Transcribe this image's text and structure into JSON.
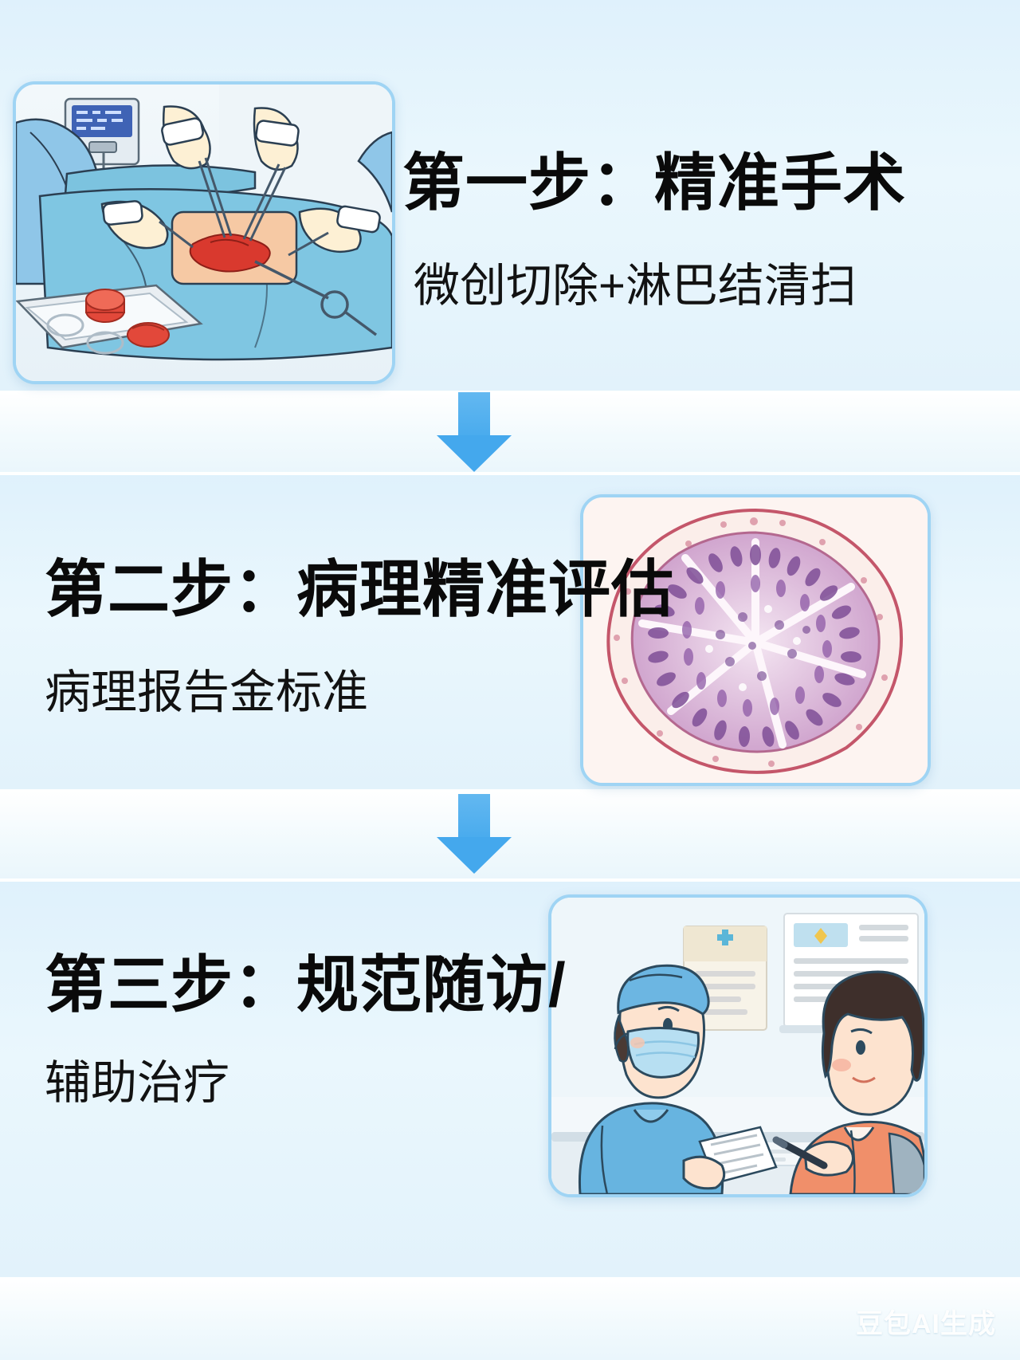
{
  "poster": {
    "watermark": "豆包AI生成",
    "background_color": "#e3f2fc",
    "band_color": "#e4f3fc",
    "arrow_color": "#44a8ed",
    "card_border_color": "#9fd4f4",
    "title_color": "#0a0a0a"
  },
  "steps": [
    {
      "title": "第一步：精准手术",
      "subtitle": "微创切除+淋巴结清扫",
      "image_name": "surgery-operating-room-illustration",
      "image_alt": "手术室中医护人员进行微创切除手术"
    },
    {
      "title": "第二步：病理精准评估",
      "subtitle": "病理报告金标准",
      "image_name": "pathology-histology-slide-illustration",
      "image_alt": "病理切片显微镜下组织横截面"
    },
    {
      "title": "第三步：规范随访/",
      "subtitle": "辅助治疗",
      "image_name": "doctor-patient-consultation-illustration",
      "image_alt": "医生与患者在诊室沟通随访与辅助治疗方案"
    }
  ],
  "arrows": [
    {
      "name": "flow-arrow-step1-to-step2",
      "direction": "down"
    },
    {
      "name": "flow-arrow-step2-to-step3",
      "direction": "down"
    }
  ]
}
